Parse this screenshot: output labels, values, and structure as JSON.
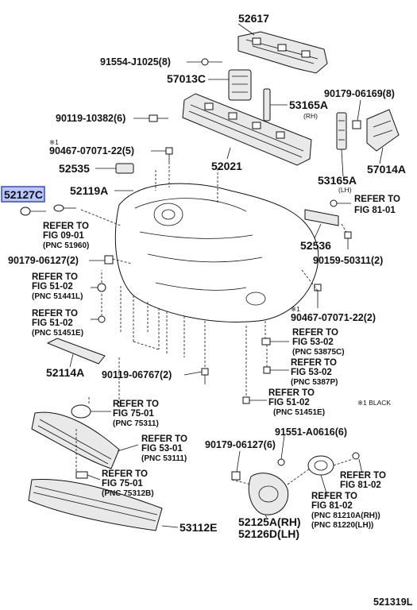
{
  "labels": {
    "p52617": "52617",
    "p91554": "91554-J1025(8)",
    "p57013c": "57013C",
    "p53165a_rh": "53165A",
    "rh": "(RH)",
    "p90119_10382": "90119-10382(6)",
    "p90179_06169": "90179-06169(8)",
    "note1_a": "※1",
    "p90467_a": "90467-07071-22(5)",
    "p52535": "52535",
    "p52021": "52021",
    "p53165a_lh": "53165A",
    "lh": "(LH)",
    "p57014a": "57014A",
    "p52127c": "52127C",
    "p52119a": "52119A",
    "ref_81_01_a": "REFER TO",
    "ref_81_01_b": "FIG 81-01",
    "ref_09_01_a": "REFER TO",
    "ref_09_01_b": "FIG 09-01",
    "pnc_51960": "(PNC 51960)",
    "p52536": "52536",
    "p90179_06127_a": "90179-06127(2)",
    "p90159_50311": "90159-50311(2)",
    "ref_51_02_a1": "REFER TO",
    "ref_51_02_a2": "FIG 51-02",
    "pnc_51441l": "(PNC 51441L)",
    "note1_b": "※1",
    "p90467_b": "90467-07071-22(2)",
    "ref_51_02_b1": "REFER TO",
    "ref_51_02_b2": "FIG 51-02",
    "pnc_51451e_a": "(PNC 51451E)",
    "ref_53_02_a1": "REFER TO",
    "ref_53_02_a2": "FIG 53-02",
    "pnc_53875c": "(PNC 53875C)",
    "p52114a": "52114A",
    "p90119_06767": "90119-06767(2)",
    "ref_53_02_b1": "REFER TO",
    "ref_53_02_b2": "FIG 53-02",
    "pnc_5387p": "(PNC 5387P)",
    "ref_51_02_c1": "REFER TO",
    "ref_51_02_c2": "FIG 51-02",
    "pnc_51451e_b": "(PNC 51451E)",
    "black_note": "※1 BLACK",
    "ref_75_01_a1": "REFER TO",
    "ref_75_01_a2": "FIG 75-01",
    "pnc_75311": "(PNC 75311)",
    "p91551": "91551-A0616(6)",
    "ref_53_01_1": "REFER TO",
    "ref_53_01_2": "FIG 53-01",
    "pnc_53111": "(PNC 53111)",
    "p90179_06127_b": "90179-06127(6)",
    "ref_81_02_a1": "REFER TO",
    "ref_81_02_a2": "FIG 81-02",
    "ref_75_01_b1": "REFER TO",
    "ref_75_01_b2": "FIG 75-01",
    "pnc_75312b": "(PNC 75312B)",
    "ref_81_02_b1": "REFER TO",
    "ref_81_02_b2": "FIG 81-02",
    "pnc_81210a": "(PNC 81210A(RH))",
    "pnc_81220": "(PNC 81220(LH))",
    "p53112e": "53112E",
    "p52125a": "52125A(RH)",
    "p52126d": "52126D(LH)",
    "fig_code": "521319L"
  },
  "colors": {
    "highlight": "#b9c6ff",
    "highlight_border": "#2a3fd0",
    "ink": "#111111"
  }
}
